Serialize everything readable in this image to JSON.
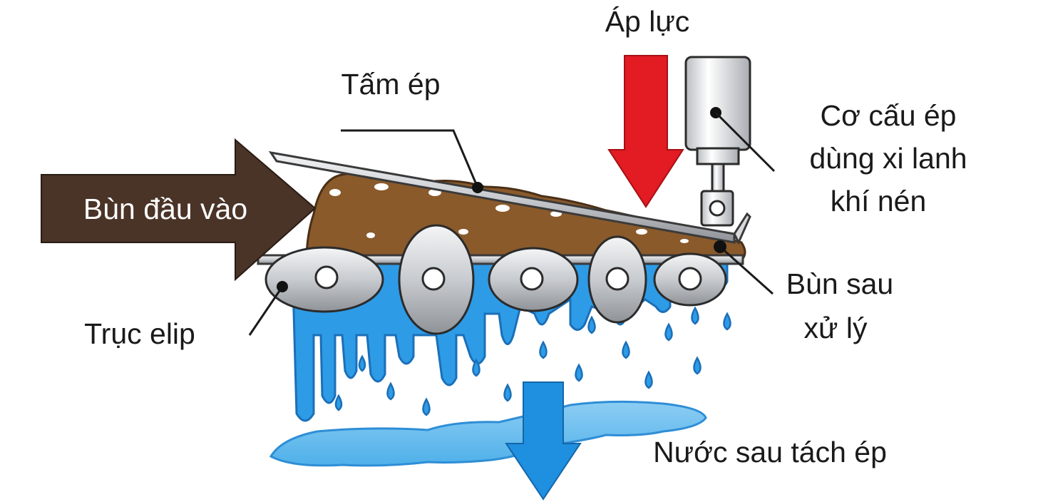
{
  "labels": {
    "input_sludge": "Bùn đầu vào",
    "press_plate": "Tấm ép",
    "pressure": "Áp lực",
    "press_mechanism": [
      "Cơ cấu ép",
      "dùng xi lanh",
      "khí nén"
    ],
    "treated_sludge": [
      "Bùn sau",
      "xử lý"
    ],
    "elliptical_shaft": "Trục elip",
    "filtrate": "Nước sau tách ép"
  },
  "colors": {
    "input_arrow": "#4a3327",
    "pressure_arrow": "#e31b23",
    "water": "#2e9be6",
    "water_light": "#63b9ee",
    "sludge": "#8a5a2b",
    "metal": "#c9ccd0",
    "outline": "#2b2b2b",
    "output_arrow": "#1f8fe0"
  },
  "icons": [
    "elliptical-roller-icon",
    "pneumatic-cylinder-icon",
    "water-drop-icon"
  ]
}
